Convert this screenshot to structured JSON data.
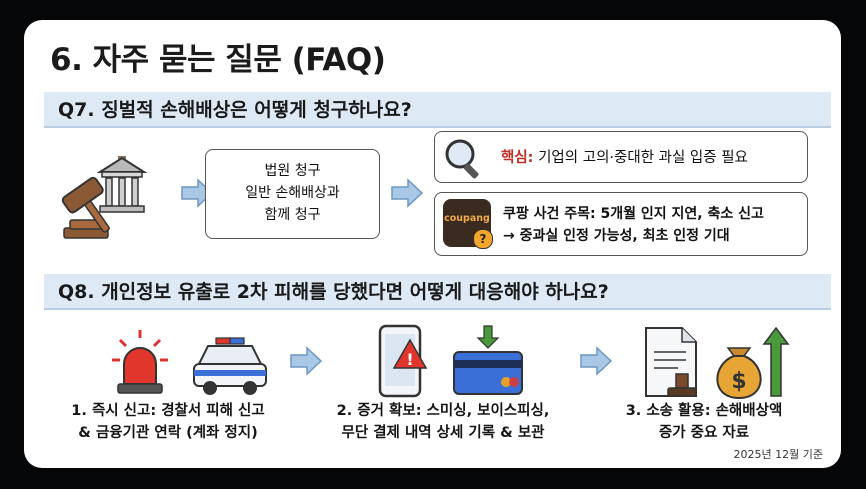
{
  "title": "6. 자주 묻는 질문 (FAQ)",
  "q7": {
    "question": "Q7. 징벌적 손해배상은 어떻게 청구하나요?",
    "claim_box": {
      "line1": "법원 청구",
      "line2": "일반 손해배상과",
      "line3": "함께 청구"
    },
    "core": {
      "label": "핵심:",
      "text": "기업의 고의·중대한 과실 입증 필요"
    },
    "coupang": {
      "logo": "coupang",
      "line1": "쿠팡 사건 주목: 5개월 인지 지연, 축소 신고",
      "line2": "→ 중과실 인정 가능성, 최초 인정 기대"
    }
  },
  "q8": {
    "question": "Q8. 개인정보 유출로 2차 피해를 당했다면 어떻게 대응해야 하나요?",
    "steps": [
      {
        "line1": "1. 즉시 신고: 경찰서 피해 신고",
        "line2": "& 금융기관 연락 (계좌 정지)"
      },
      {
        "line1": "2. 증거 확보: 스미싱, 보이스피싱,",
        "line2": "무단 결제 내역 상세 기록 & 보관"
      },
      {
        "line1": "3. 소송 활용: 손해배상액",
        "line2": "증가 중요 자료"
      }
    ]
  },
  "footnote": "2025년 12월 기준",
  "colors": {
    "accent_bar": "#dde9f5",
    "arrow": "#a9c8e6",
    "red": "#c62d24"
  }
}
